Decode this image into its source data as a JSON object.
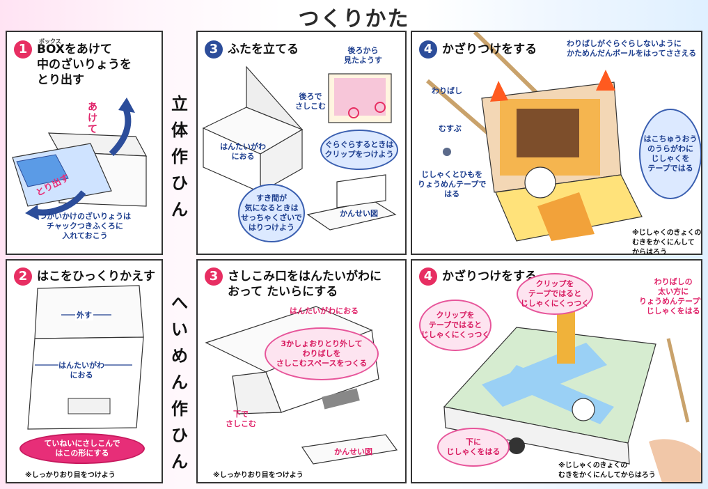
{
  "title": "つくりかた",
  "side_top": [
    "立",
    "体",
    "作",
    "ひ",
    "ん"
  ],
  "side_bottom": [
    "へ",
    "い",
    "め",
    "ん",
    "作",
    "ひ",
    "ん"
  ],
  "p1": {
    "num": "1",
    "ruby": "ボックス",
    "title_line1": "BOXをあけて",
    "title_line2": "中のざいりょうを",
    "title_line3": "とり出す",
    "label_open_1": "あ",
    "label_open_2": "け",
    "label_open_3": "て",
    "label_take": "とり出す",
    "note1": "つかいかけのざいりょうは",
    "note2": "チャックつきふくろに",
    "note3": "入れておこう"
  },
  "p2": {
    "num": "2",
    "title": "はこをひっくりかえす",
    "label_outside": "外す",
    "label_fold1": "はんたいがわ",
    "label_fold2": "におる",
    "bubble1": "ていねいにさしこんで",
    "bubble2": "はこの形にする",
    "note": "※しっかりおり目をつけよう"
  },
  "p3a": {
    "num": "3",
    "title": "ふたを立てる",
    "back_view1": "後ろから",
    "back_view2": "見たようす",
    "insert1": "後ろで",
    "insert2": "さしこむ",
    "fold1": "はんたいがわ",
    "fold2": "におる",
    "clip1": "ぐらぐらするときは",
    "clip2": "クリップをつけよう",
    "gap1": "すき間が",
    "gap2": "気になるときは",
    "gap3": "せっちゃくざいで",
    "gap4": "はりつけよう",
    "done": "かんせい図"
  },
  "p3b": {
    "num": "3",
    "title1": "さしこみ口をはんたいがわに",
    "title2": "おって たいらにする",
    "fold": "はんたいがわにおる",
    "bubble1": "3かしょおりとり外して",
    "bubble2": "わりばしを",
    "bubble3": "さしこむスペースをつくる",
    "under1": "下で",
    "under2": "さしこむ",
    "done": "かんせい図",
    "note": "※しっかりおり目をつけよう"
  },
  "p4a": {
    "num": "4",
    "title": "かざりつけをする",
    "top_note1": "わりばしがぐらぐらしないように",
    "top_note2": "かためんだんボールをはってささえる",
    "chopstick": "わりばし",
    "tie": "むすぶ",
    "magnet1": "じしゃくとひもを",
    "magnet2": "りょうめんテープで",
    "magnet3": "はる",
    "bubble1": "はこちゅうおう",
    "bubble2": "のうらがわに",
    "bubble3": "じしゃくを",
    "bubble4": "テープではる",
    "note1": "※じしゃくのきょくの",
    "note2": "むきをかくにんして",
    "note3": "からはろう"
  },
  "p4b": {
    "num": "4",
    "title": "かざりつけをする",
    "clip_left1": "クリップを",
    "clip_left2": "テープではると",
    "clip_left3": "じしゃくにくっつく",
    "clip_top1": "クリップを",
    "clip_top2": "テープではると",
    "clip_top3": "じしゃくにくっつく",
    "chop1": "わりばしの",
    "chop2": "太い方に",
    "chop3": "りょうめんテープで",
    "chop4": "じしゃくをはる",
    "under1": "下に",
    "under2": "じしゃくをはる",
    "note1": "※じしゃくのきょくの",
    "note2": "むきをかくにんしてからはろう"
  },
  "colors": {
    "red_step": "#e72e62",
    "blue_step": "#2c4d9a",
    "label_blue": "#1e3f8f",
    "label_pink": "#e0246a"
  }
}
